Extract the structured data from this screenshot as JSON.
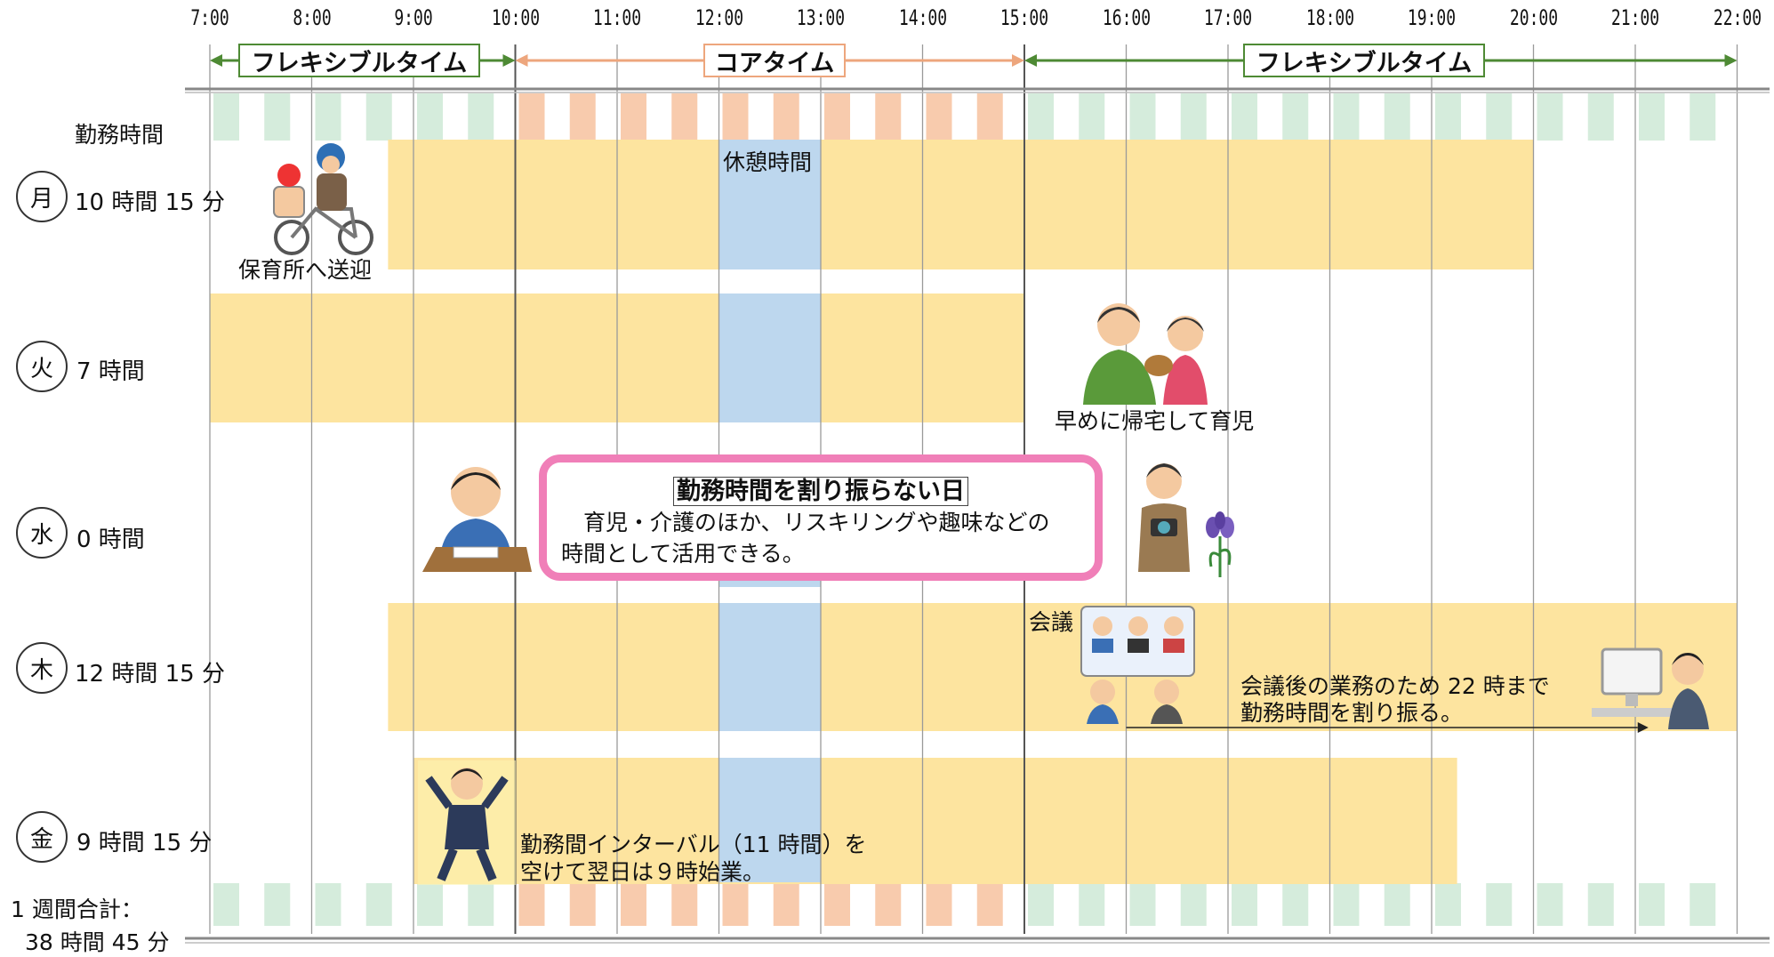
{
  "hour_labels": [
    "7:00",
    "8:00",
    "9:00",
    "10:00",
    "11:00",
    "12:00",
    "13:00",
    "14:00",
    "15:00",
    "16:00",
    "17:00",
    "18:00",
    "19:00",
    "20:00",
    "21:00",
    "22:00"
  ],
  "bands": {
    "flexible_morning": "フレキシブルタイム",
    "core": "コアタイム",
    "flexible_evening": "フレキシブルタイム"
  },
  "work_hours_label": "勤務時間",
  "break_label": "休憩時間",
  "days": [
    {
      "day": "月",
      "hours": "10 時間 15 分",
      "start": 8.75,
      "end": 20.0
    },
    {
      "day": "火",
      "hours": "7 時間",
      "start": 7.0,
      "end": 15.0
    },
    {
      "day": "水",
      "hours": "0 時間",
      "start": null,
      "end": null
    },
    {
      "day": "木",
      "hours": "12 時間 15 分",
      "start": 8.75,
      "end": 22.0
    },
    {
      "day": "金",
      "hours": "9 時間 15 分",
      "start": 9.0,
      "end": 19.25
    }
  ],
  "break": {
    "start": 12.0,
    "end": 13.0
  },
  "core_time": {
    "start": 10.0,
    "end": 15.0
  },
  "notes": {
    "mon": "保育所へ送迎",
    "tue": "早めに帰宅して育児",
    "thu_meeting": "会議",
    "thu_line1": "会議後の業務のため 22 時まで",
    "thu_line2": "勤務時間を割り振る。",
    "fri_line1": "勤務間インターバル（11 時間）を",
    "fri_line2": "空けて翌日は９時始業。"
  },
  "callout": {
    "title": "勤務時間を割り振らない日",
    "line1": "　育児・介護のほか、リスキリングや趣味などの",
    "line2": "時間として活用できる。"
  },
  "total": {
    "line1": "1 週間合計：",
    "line2": "38 時間 45 分"
  },
  "colors": {
    "work": "#fde49f",
    "break": "#bdd7ee",
    "flex_stripe": "#d5ecdc",
    "core_stripe": "#f8cbad",
    "flex_arrow": "#4e8a34",
    "core_arrow": "#eda67d",
    "callout_border": "#f07fb8"
  },
  "icons": [
    "parent-bicycle-icon",
    "father-child-icon",
    "student-study-icon",
    "photographer-icon",
    "iris-flower-icon",
    "video-meeting-icon",
    "computer-worker-icon",
    "happy-businessman-icon"
  ]
}
